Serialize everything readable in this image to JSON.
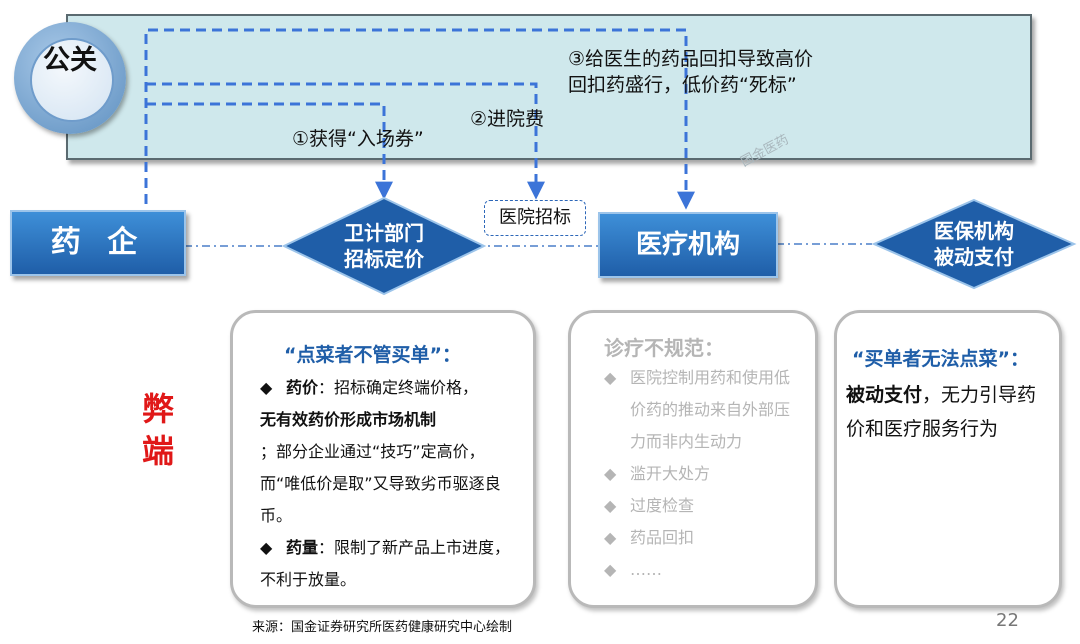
{
  "banner": {
    "public_relations": "公关",
    "step1": "①获得“入场券”",
    "step2": "②进院费",
    "step3_line1": "③给医生的药品回扣导致高价",
    "step3_line2": "回扣药盛行，低价药“死标”",
    "watermark": "国金医药"
  },
  "nodes": {
    "pharma": "药 企",
    "health_dept_line1": "卫计部门",
    "health_dept_line2": "招标定价",
    "hospital_tender": "医院招标",
    "medical_institution": "医疗机构",
    "insurance_line1": "医保机构",
    "insurance_line2": "被动支付"
  },
  "side_label": [
    "弊",
    "端"
  ],
  "panel_left": {
    "title": "“点菜者不管买单”：",
    "b1_label": "药价",
    "b1_text1": "：招标确定终端价格，",
    "b1_bold": "无有效药价形成市场机制",
    "b1_text2": "；部分企业通过“技巧”定高价，而“唯低价是取”又导致劣币驱逐良币。",
    "b2_label": "药量",
    "b2_text": "：限制了新产品上市进度，不利于放量。"
  },
  "panel_mid": {
    "title": "诊疗不规范：",
    "items": [
      "医院控制用药和使用低价药的推动来自外部压力而非内生动力",
      "滥开大处方",
      "过度检查",
      "药品回扣",
      "……"
    ]
  },
  "panel_right": {
    "title": "“买单者无法点菜”：",
    "bold": "被动支付",
    "text": "，无力引导药价和医疗服务行为"
  },
  "footer": {
    "source": "来源：国金证券研究所医药健康研究中心绘制",
    "page_number": "22"
  },
  "colors": {
    "banner_bg": "#cfe8ec",
    "node_blue": "#1f5ea8",
    "arrow_blue": "#3c74d8",
    "side_red": "#e01818"
  }
}
